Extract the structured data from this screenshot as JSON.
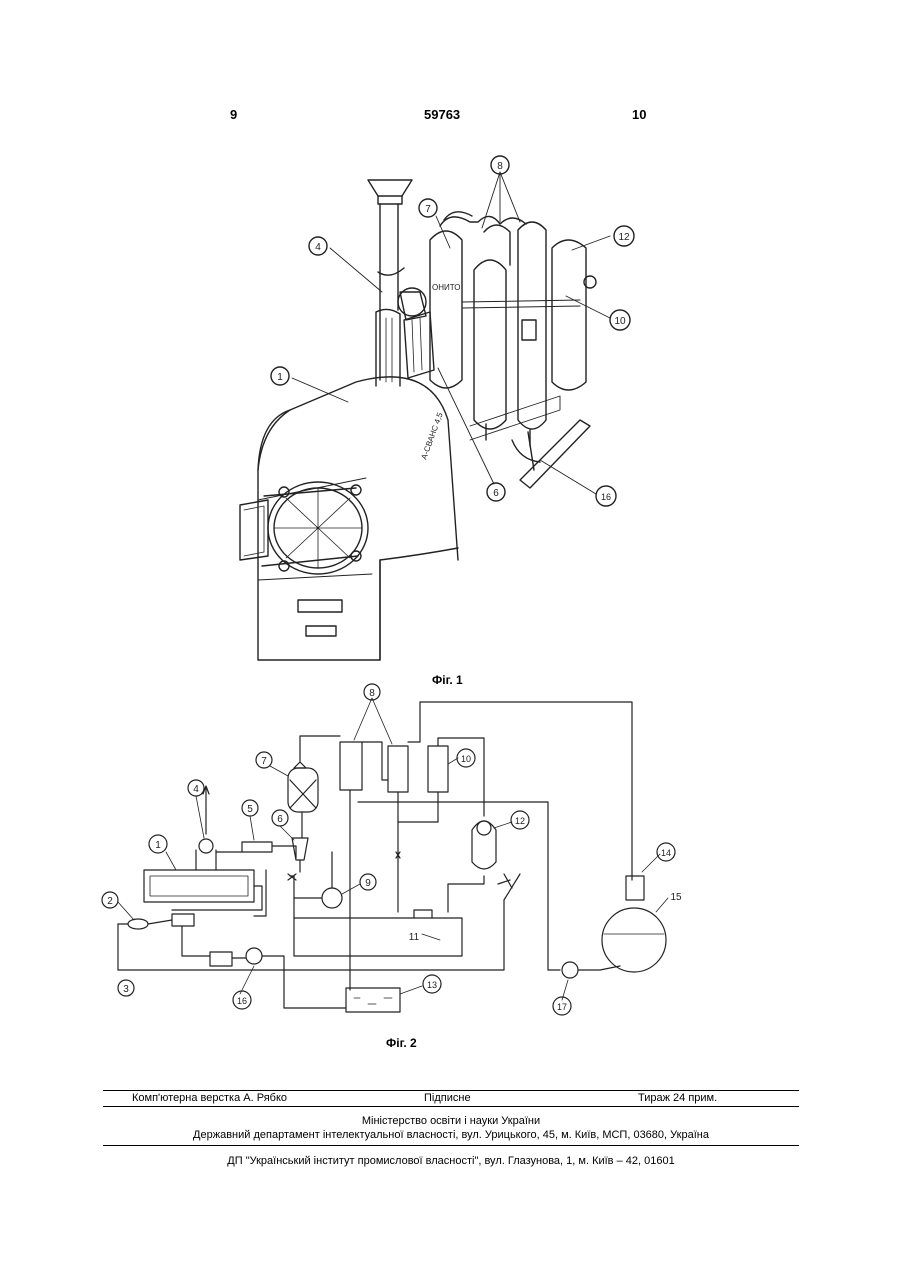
{
  "header": {
    "left_page": "9",
    "patent_number": "59763",
    "right_page": "10"
  },
  "figure1": {
    "caption": "Фіг. 1",
    "labels": [
      "1",
      "4",
      "6",
      "7",
      "8",
      "10",
      "12",
      "16"
    ],
    "cylinder_text": "ОНИТО",
    "boiler_text": "А-СВАНС 4,5"
  },
  "figure2": {
    "caption": "Фіг. 2",
    "labels": [
      "1",
      "2",
      "3",
      "4",
      "5",
      "6",
      "7",
      "8",
      "9",
      "10",
      "11",
      "12",
      "13",
      "14",
      "15",
      "16",
      "17"
    ]
  },
  "footer": {
    "layout": "Комп'ютерна верстка А. Рябко",
    "signed": "Підписне",
    "circulation": "Тираж 24 прим.",
    "ministry": "Міністерство освіти і науки України",
    "department": "Державний департамент інтелектуальної власності, вул. Урицького, 45, м. Київ, МСП, 03680, Україна",
    "institute": "ДП \"Український інститут промислової власності\", вул. Глазунова, 1, м. Київ – 42, 01601"
  }
}
